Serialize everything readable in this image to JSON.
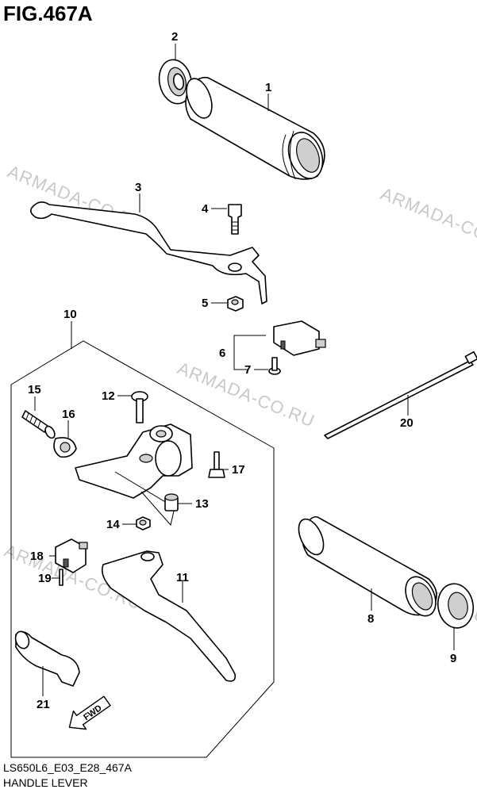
{
  "figure": {
    "title": "FIG.467A",
    "code": "LS650L6_E03_E28_467A",
    "name": "HANDLE LEVER"
  },
  "watermark": "ARMADA-CO.RU",
  "fwd_label": "FWD",
  "callouts": [
    "1",
    "2",
    "3",
    "4",
    "5",
    "6",
    "7",
    "8",
    "9",
    "10",
    "11",
    "12",
    "13",
    "14",
    "15",
    "16",
    "17",
    "18",
    "19",
    "20",
    "21"
  ]
}
